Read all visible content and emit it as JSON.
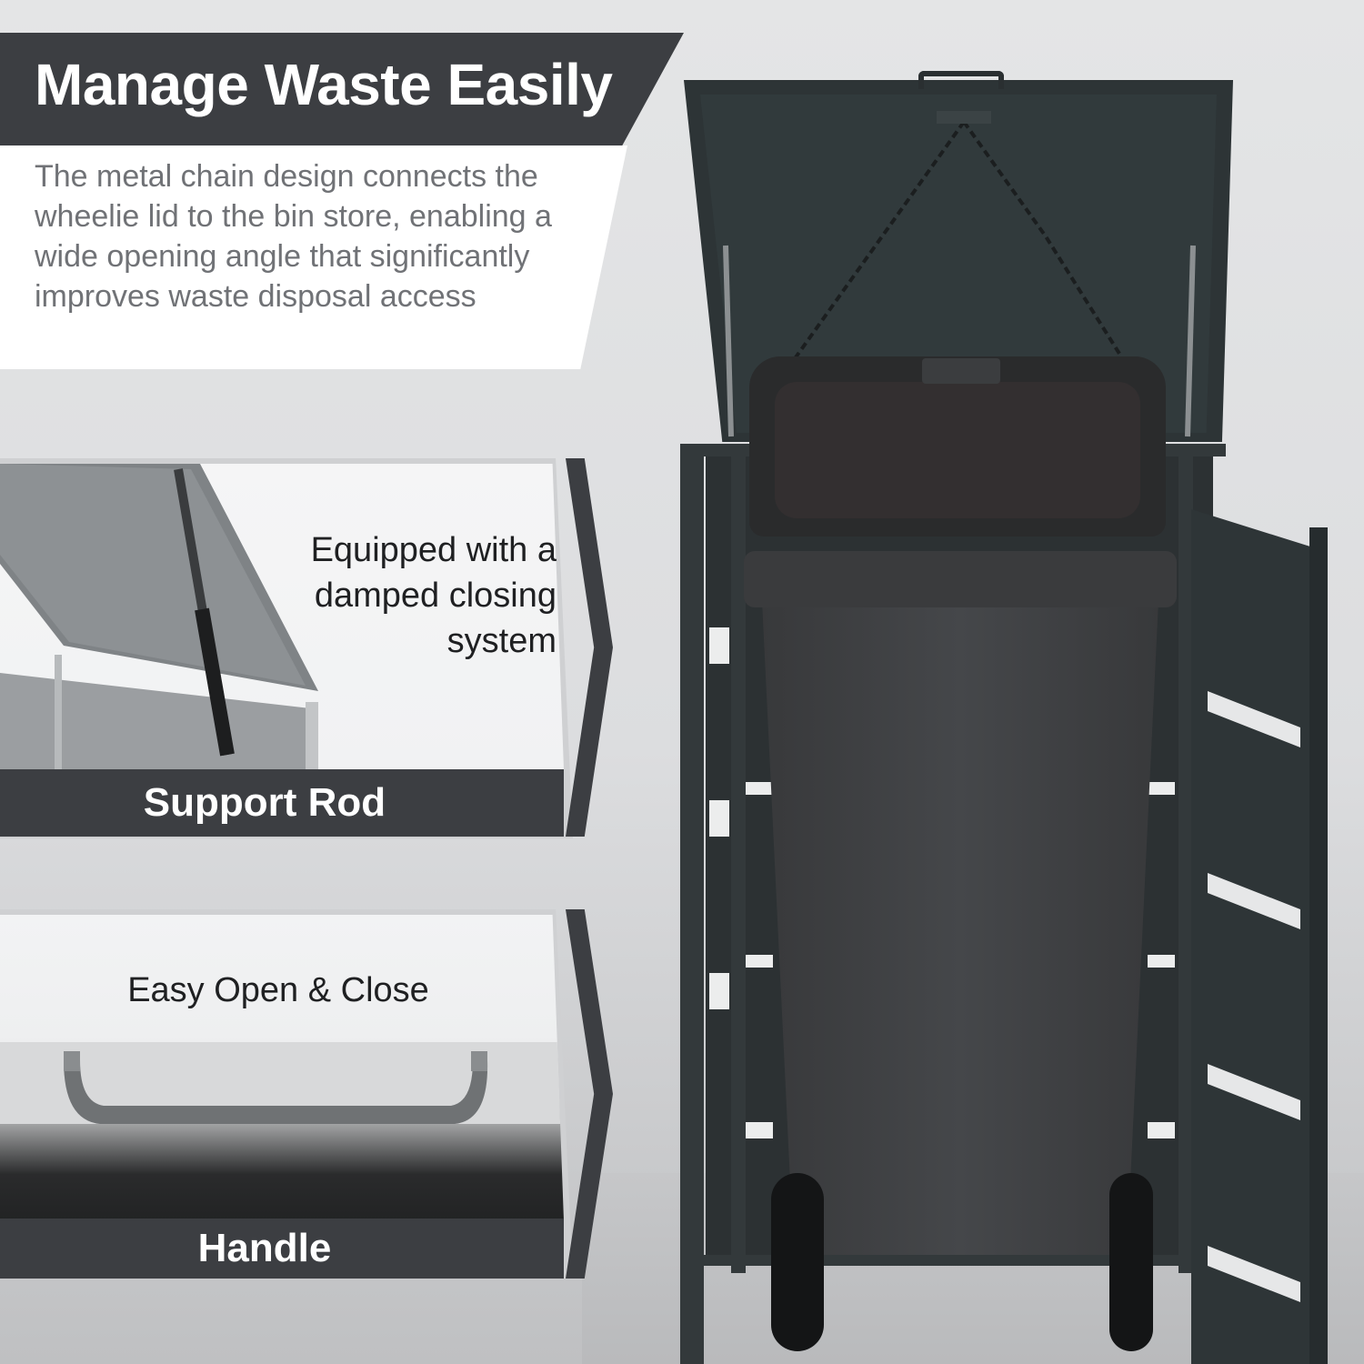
{
  "header": {
    "title": "Manage Waste Easily",
    "description": "The metal chain design connects the wheelie lid to the bin store, enabling a wide opening angle that significantly improves waste disposal access"
  },
  "features": [
    {
      "caption": "Equipped with a damped closing system",
      "label": "Support Rod"
    },
    {
      "caption": "Easy Open & Close",
      "label": "Handle"
    }
  ],
  "colors": {
    "banner": "#3c3e42",
    "frame": "#33393b",
    "bin": "#3f4143",
    "background": "#e2e3e4"
  }
}
